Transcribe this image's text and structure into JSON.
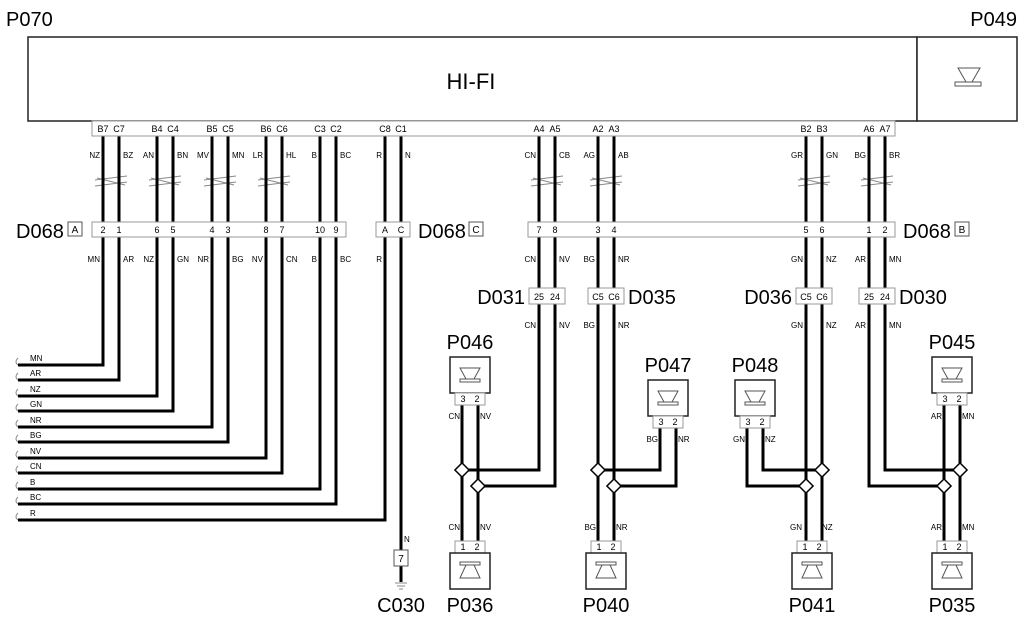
{
  "title": "HI-FI wiring diagram",
  "colors": {
    "wire": "#000000",
    "box_border": "#333333",
    "connector_border": "#999999",
    "twist": "#888888"
  },
  "hifi_unit": {
    "id": "P070",
    "label": "HI-FI"
  },
  "integrated_speaker": {
    "id": "P049"
  },
  "hifi_pins": [
    "B7",
    "C7",
    "B4",
    "C4",
    "B5",
    "C5",
    "B6",
    "C6",
    "C3",
    "C2",
    "C8",
    "C1",
    "A4",
    "A5",
    "A2",
    "A3",
    "B2",
    "B3",
    "A6",
    "A7"
  ],
  "upper_wire_codes": [
    "NZ",
    "BZ",
    "AN",
    "BN",
    "MV",
    "MN",
    "LR",
    "HL",
    "B",
    "BC",
    "R",
    "N",
    "CN",
    "CB",
    "AG",
    "AB",
    "GR",
    "GN",
    "BG",
    "BR"
  ],
  "d068a": {
    "id": "D068",
    "tag": "A",
    "pins": [
      "2",
      "1",
      "6",
      "5",
      "4",
      "3",
      "8",
      "7",
      "10",
      "9"
    ],
    "wires_below": [
      "MN",
      "AR",
      "NZ",
      "GN",
      "NR",
      "BG",
      "NV",
      "CN",
      "B",
      "BC"
    ]
  },
  "d068c": {
    "id": "D068",
    "tag": "C",
    "pins": [
      "A",
      "C"
    ],
    "wires_below": [
      "R"
    ]
  },
  "d068b": {
    "id": "D068",
    "tag": "B",
    "pins": [
      "7",
      "8",
      "3",
      "4",
      "5",
      "6",
      "1",
      "2"
    ],
    "wires_below": [
      "CN",
      "NV",
      "BG",
      "NR",
      "GN",
      "NZ",
      "AR",
      "MN"
    ]
  },
  "d031": {
    "id": "D031",
    "pins": [
      "25",
      "24"
    ],
    "wires_below": [
      "CN",
      "NV"
    ]
  },
  "d035": {
    "id": "D035",
    "pins": [
      "C5",
      "C6"
    ],
    "wires_below": [
      "BG",
      "NR"
    ]
  },
  "d036": {
    "id": "D036",
    "pins": [
      "C5",
      "C6"
    ],
    "wires_below": [
      "GN",
      "NZ"
    ]
  },
  "d030": {
    "id": "D030",
    "pins": [
      "25",
      "24"
    ],
    "wires_below": [
      "AR",
      "MN"
    ]
  },
  "harness_exit_labels": [
    "MN",
    "AR",
    "NZ",
    "GN",
    "NR",
    "BG",
    "NV",
    "CN",
    "B",
    "BC",
    "R"
  ],
  "upper_speakers": [
    {
      "id": "P046",
      "pins": [
        "3",
        "2"
      ],
      "wires": [
        "CN",
        "NV"
      ]
    },
    {
      "id": "P047",
      "pins": [
        "3",
        "2"
      ],
      "wires": [
        "BG",
        "NR"
      ]
    },
    {
      "id": "P048",
      "pins": [
        "3",
        "2"
      ],
      "wires": [
        "GN",
        "NZ"
      ]
    },
    {
      "id": "P045",
      "pins": [
        "3",
        "2"
      ],
      "wires": [
        "AR",
        "MN"
      ]
    }
  ],
  "lower_speakers": [
    {
      "id": "P036",
      "pins": [
        "1",
        "2"
      ],
      "wires": [
        "CN",
        "NV"
      ]
    },
    {
      "id": "P040",
      "pins": [
        "1",
        "2"
      ],
      "wires": [
        "BG",
        "NR"
      ]
    },
    {
      "id": "P041",
      "pins": [
        "1",
        "2"
      ],
      "wires": [
        "GN",
        "NZ"
      ]
    },
    {
      "id": "P035",
      "pins": [
        "1",
        "2"
      ],
      "wires": [
        "AR",
        "MN"
      ]
    }
  ],
  "ground": {
    "id": "C030",
    "pin": "7",
    "wire": "N"
  }
}
